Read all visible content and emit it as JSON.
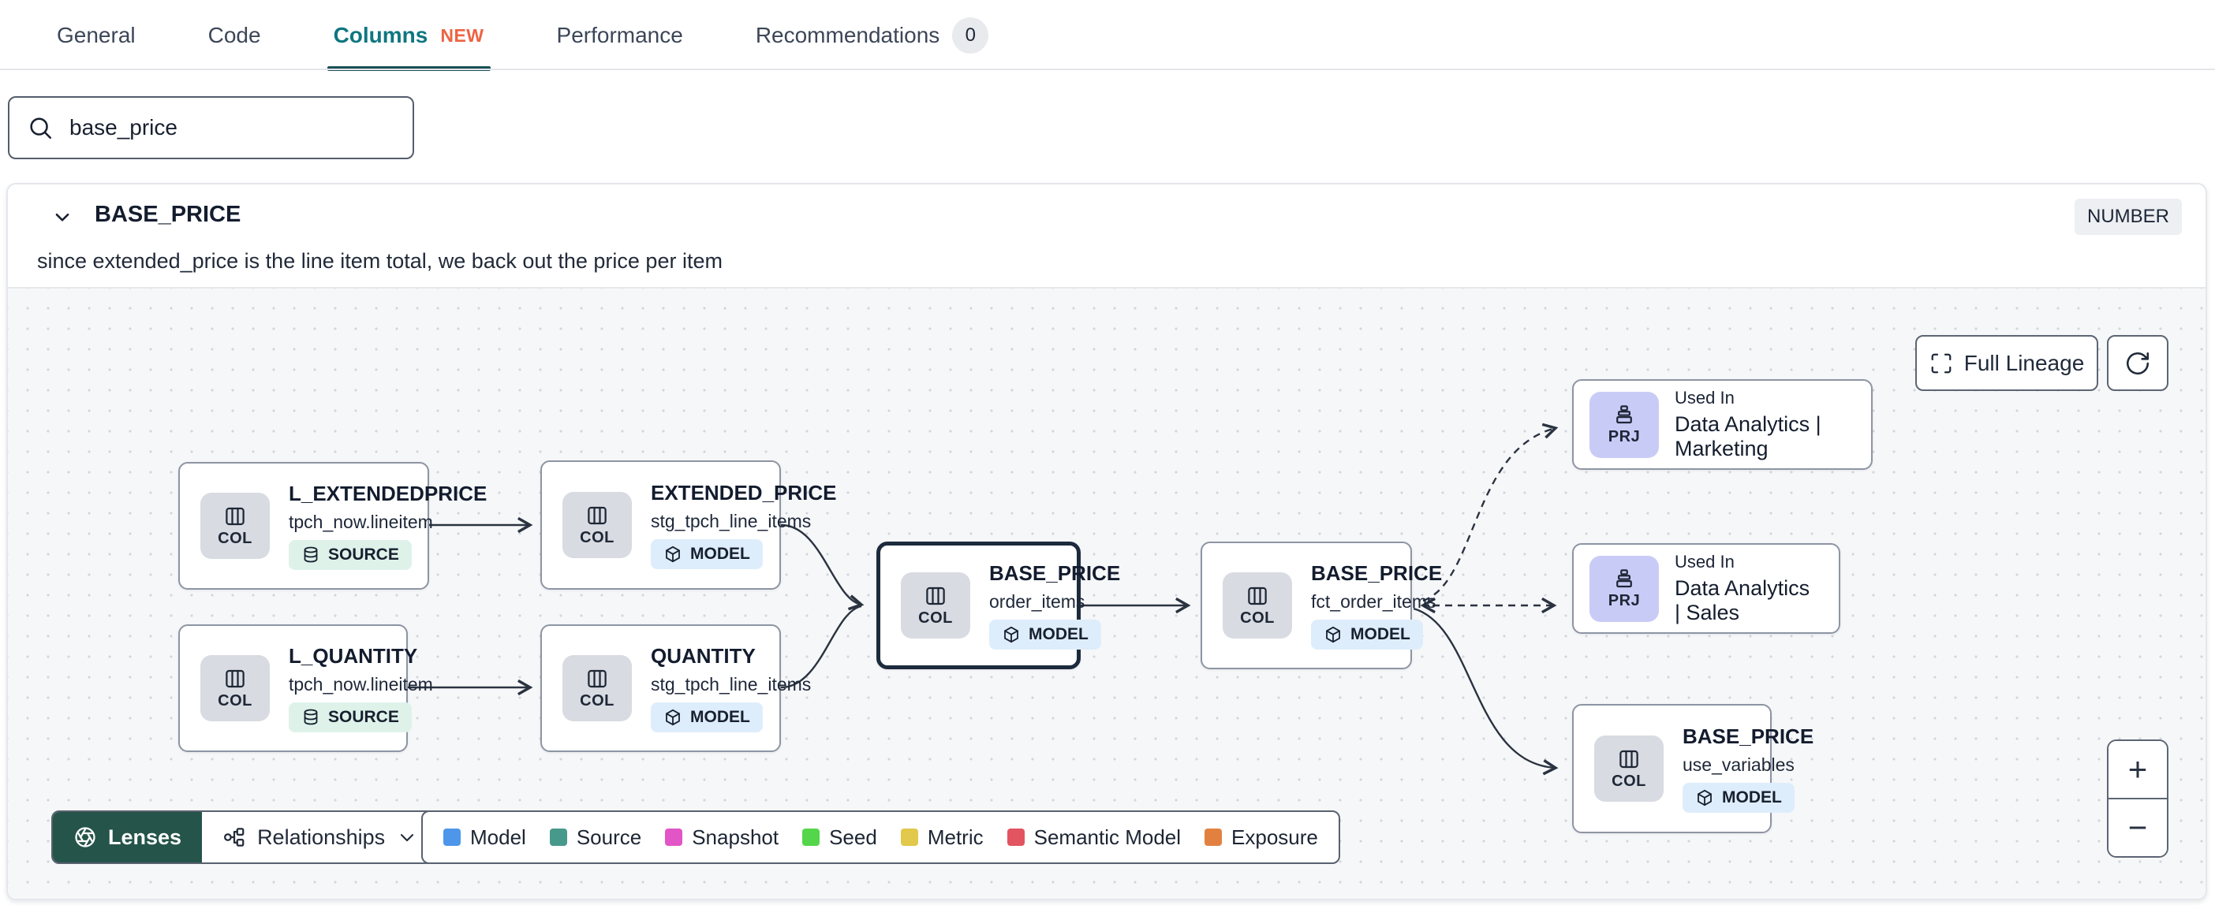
{
  "tabs": {
    "items": [
      {
        "label": "General"
      },
      {
        "label": "Code"
      },
      {
        "label": "Columns",
        "badge": "NEW"
      },
      {
        "label": "Performance"
      },
      {
        "label": "Recommendations",
        "badge": "0"
      }
    ]
  },
  "search": {
    "value": "base_price"
  },
  "column_panel": {
    "name": "BASE_PRICE",
    "type_badge": "NUMBER",
    "description": "since extended_price is the line item total, we back out the price per item"
  },
  "lineage": {
    "full_lineage_label": "Full Lineage",
    "zoom_in": "+",
    "zoom_out": "−",
    "lenses_label": "Lenses",
    "relationships_label": "Relationships",
    "legend": [
      {
        "label": "Model",
        "color": "#4e96e9"
      },
      {
        "label": "Source",
        "color": "#47998b"
      },
      {
        "label": "Snapshot",
        "color": "#e155c7"
      },
      {
        "label": "Seed",
        "color": "#54d64a"
      },
      {
        "label": "Metric",
        "color": "#e2c84b"
      },
      {
        "label": "Semantic Model",
        "color": "#e25560"
      },
      {
        "label": "Exposure",
        "color": "#e2813f"
      }
    ],
    "nodes": [
      {
        "chip": "COL",
        "title": "L_EXTENDEDPRICE",
        "subtitle": "tpch_now.lineitem",
        "badge": "SOURCE"
      },
      {
        "chip": "COL",
        "title": "EXTENDED_PRICE",
        "subtitle": "stg_tpch_line_items",
        "badge": "MODEL"
      },
      {
        "chip": "COL",
        "title": "L_QUANTITY",
        "subtitle": "tpch_now.lineitem",
        "badge": "SOURCE"
      },
      {
        "chip": "COL",
        "title": "QUANTITY",
        "subtitle": "stg_tpch_line_items",
        "badge": "MODEL"
      },
      {
        "chip": "COL",
        "title": "BASE_PRICE",
        "subtitle": "order_items",
        "badge": "MODEL",
        "selected": true
      },
      {
        "chip": "COL",
        "title": "BASE_PRICE",
        "subtitle": "fct_order_items",
        "badge": "MODEL"
      },
      {
        "chip": "PRJ",
        "eyebrow": "Used In",
        "title": "Data Analytics | Marketing"
      },
      {
        "chip": "PRJ",
        "eyebrow": "Used In",
        "title": "Data Analytics | Sales"
      },
      {
        "chip": "COL",
        "title": "BASE_PRICE",
        "subtitle": "use_variables",
        "badge": "MODEL"
      }
    ],
    "edges": [
      {
        "from": "L_EXTENDEDPRICE",
        "to": "EXTENDED_PRICE",
        "style": "solid"
      },
      {
        "from": "L_QUANTITY",
        "to": "QUANTITY",
        "style": "solid"
      },
      {
        "from": "EXTENDED_PRICE",
        "to": "BASE_PRICE (order_items)",
        "style": "solid"
      },
      {
        "from": "QUANTITY",
        "to": "BASE_PRICE (order_items)",
        "style": "solid"
      },
      {
        "from": "BASE_PRICE (order_items)",
        "to": "BASE_PRICE (fct_order_items)",
        "style": "solid"
      },
      {
        "from": "BASE_PRICE (fct_order_items)",
        "to": "Data Analytics | Marketing",
        "style": "dashed"
      },
      {
        "from": "BASE_PRICE (fct_order_items)",
        "to": "Data Analytics | Sales",
        "style": "dashed"
      },
      {
        "from": "BASE_PRICE (fct_order_items)",
        "to": "BASE_PRICE (use_variables)",
        "style": "solid"
      }
    ],
    "icons": [
      "columns-icon",
      "database-icon",
      "cube-icon",
      "project-icon",
      "aperture-icon",
      "relationships-icon",
      "chevron-down-icon",
      "search-icon",
      "fullscreen-icon",
      "refresh-icon",
      "plus-icon",
      "minus-icon"
    ]
  }
}
